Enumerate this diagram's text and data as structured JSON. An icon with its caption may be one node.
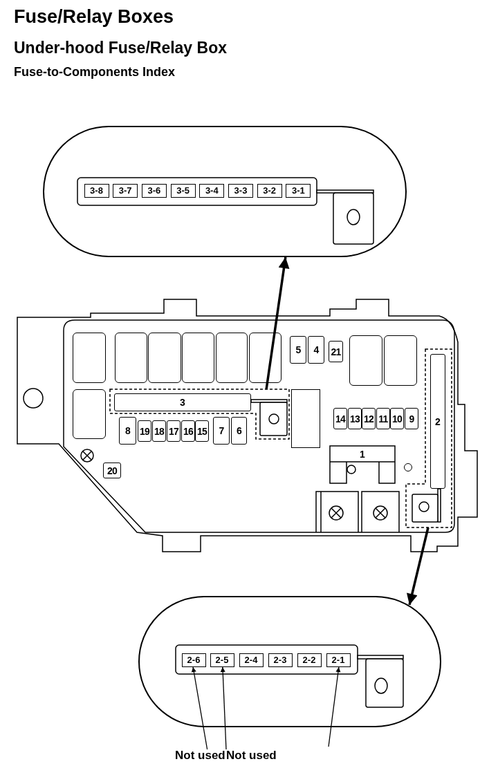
{
  "diagram": {
    "title": "Fuse/Relay Boxes",
    "nodes": [
      {
        "text": [],
        "shape": "oval"
      },
      {
        "text": [
          "3-8"
        ],
        "in": 0
      },
      {
        "text": [
          "3-7"
        ],
        "in": 0
      },
      {
        "text": [
          "3-6"
        ],
        "in": 0
      },
      {
        "text": [
          "3-5"
        ],
        "in": 0
      },
      {
        "text": [
          "3-4"
        ],
        "in": 0
      },
      {
        "text": [
          "3-3"
        ],
        "in": 0
      },
      {
        "text": [
          "3-2"
        ],
        "in": 0
      },
      {
        "text": [
          "3-1"
        ],
        "in": 0
      },
      {
        "text": [],
        "shape": "box"
      },
      {
        "text": [],
        "shape": "box",
        "in": 9
      },
      {
        "text": [],
        "shape": "box",
        "in": 9
      },
      {
        "text": [],
        "shape": "box",
        "in": 9
      },
      {
        "text": [],
        "shape": "box",
        "in": 9
      },
      {
        "text": [],
        "shape": "box",
        "in": 9
      },
      {
        "text": [],
        "shape": "box",
        "in": 9
      },
      {
        "text": [
          "5"
        ],
        "in": 9
      },
      {
        "text": [
          "4"
        ],
        "in": 9
      },
      {
        "text": [
          "21"
        ],
        "in": 9
      },
      {
        "text": [],
        "shape": "box",
        "in": 9
      },
      {
        "text": [],
        "shape": "box",
        "in": 9
      },
      {
        "text": [],
        "shape": "box",
        "in": 9
      },
      {
        "text": [
          "2"
        ],
        "in": 21
      },
      {
        "text": [],
        "shape": "box",
        "in": 9
      },
      {
        "text": [],
        "shape": "box",
        "in": 9
      },
      {
        "text": [
          "3"
        ],
        "in": 24
      },
      {
        "text": [],
        "shape": "box",
        "in": 9
      },
      {
        "text": [
          "14"
        ],
        "in": 9
      },
      {
        "text": [
          "13"
        ],
        "in": 9
      },
      {
        "text": [
          "12"
        ],
        "in": 9
      },
      {
        "text": [
          "11"
        ],
        "in": 9
      },
      {
        "text": [
          "10"
        ],
        "in": 9
      },
      {
        "text": [
          "9"
        ],
        "in": 9
      },
      {
        "text": [
          "8"
        ],
        "in": 9
      },
      {
        "text": [
          "19"
        ],
        "in": 9
      },
      {
        "text": [
          "18"
        ],
        "in": 9
      },
      {
        "text": [
          "17"
        ],
        "in": 9
      },
      {
        "text": [
          "16"
        ],
        "in": 9
      },
      {
        "text": [
          "15"
        ],
        "in": 9
      },
      {
        "text": [
          "7"
        ],
        "in": 9
      },
      {
        "text": [
          "6"
        ],
        "in": 9
      },
      {
        "text": [
          "1"
        ],
        "in": 9
      },
      {
        "text": [
          "20"
        ],
        "in": 9
      },
      {
        "text": [],
        "shape": "oval"
      },
      {
        "text": [
          "2-6"
        ],
        "in": 43
      },
      {
        "text": [
          "2-5"
        ],
        "in": 43
      },
      {
        "text": [
          "2-4"
        ],
        "in": 43
      },
      {
        "text": [
          "2-3"
        ],
        "in": 43
      },
      {
        "text": [
          "2-2"
        ],
        "in": 43
      },
      {
        "text": [
          "2-1"
        ],
        "in": 43
      },
      {
        "text": [
          "Not used"
        ]
      },
      {
        "text": [
          "Not used"
        ]
      },
      {
        "text": [],
        "shape": "circle",
        "in": 9
      }
    ],
    "edges": [
      {
        "from": 24,
        "to": 0,
        "arrow": "to",
        "style": "thick"
      },
      {
        "from": 21,
        "to": 43,
        "arrow": "to",
        "style": "thick"
      },
      {
        "from": 50,
        "to": 44,
        "arrow": "to"
      },
      {
        "from": 51,
        "to": 45,
        "arrow": "to"
      },
      {
        "from": null,
        "to": 49,
        "arrow": "to"
      }
    ],
    "labels": [
      "Under-hood Fuse/Relay Box",
      "Fuse-to-Components Index"
    ]
  }
}
